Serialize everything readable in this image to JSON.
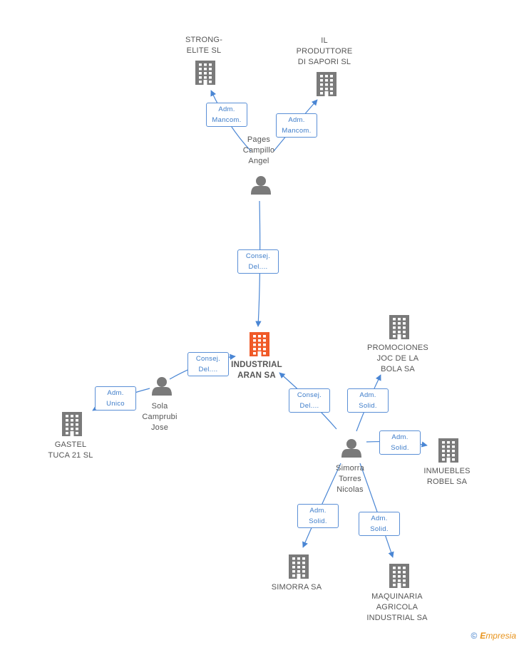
{
  "colors": {
    "edge": "#4a86d4",
    "building": "#7a7a7a",
    "building_main": "#f05a28",
    "person": "#7a7a7a"
  },
  "nodes": [
    {
      "id": "industrial",
      "type": "company",
      "main": true,
      "label": "INDUSTRIAL\nARAN SA"
    },
    {
      "id": "strong",
      "type": "company",
      "label": "STRONG-\nELITE SL"
    },
    {
      "id": "produttore",
      "type": "company",
      "label": "IL\nPRODUTTORE\nDI SAPORI SL"
    },
    {
      "id": "pages",
      "type": "person",
      "label": "Pages\nCampillo\nAngel"
    },
    {
      "id": "sola",
      "type": "person",
      "label": "Sola\nCamprubi\nJose"
    },
    {
      "id": "gastel",
      "type": "company",
      "label": "GASTEL\nTUCA 21 SL"
    },
    {
      "id": "simorra_p",
      "type": "person",
      "label": "Simorra\nTorres\nNicolas"
    },
    {
      "id": "promociones",
      "type": "company",
      "label": "PROMOCIONES\nJOC DE LA\nBOLA SA"
    },
    {
      "id": "inmuebles",
      "type": "company",
      "label": "INMUEBLES\nROBEL SA"
    },
    {
      "id": "simorra_sa",
      "type": "company",
      "label": "SIMORRA SA"
    },
    {
      "id": "maquinaria",
      "type": "company",
      "label": "MAQUINARIA\nAGRICOLA\nINDUSTRIAL SA"
    }
  ],
  "edges": [
    {
      "from": "pages",
      "to": "strong",
      "role": "Adm.\nMancom."
    },
    {
      "from": "pages",
      "to": "produttore",
      "role": "Adm.\nMancom."
    },
    {
      "from": "pages",
      "to": "industrial",
      "role": "Consej.\nDel...."
    },
    {
      "from": "sola",
      "to": "industrial",
      "role": "Consej.\nDel...."
    },
    {
      "from": "sola",
      "to": "gastel",
      "role": "Adm.\nUnico"
    },
    {
      "from": "simorra_p",
      "to": "industrial",
      "role": "Consej.\nDel...."
    },
    {
      "from": "simorra_p",
      "to": "promociones",
      "role": "Adm.\nSolid."
    },
    {
      "from": "simorra_p",
      "to": "inmuebles",
      "role": "Adm.\nSolid."
    },
    {
      "from": "simorra_p",
      "to": "simorra_sa",
      "role": "Adm.\nSolid."
    },
    {
      "from": "simorra_p",
      "to": "maquinaria",
      "role": "Adm.\nSolid."
    }
  ],
  "brand": {
    "copyright": "©",
    "name_first": "E",
    "name_rest": "mpresia"
  }
}
